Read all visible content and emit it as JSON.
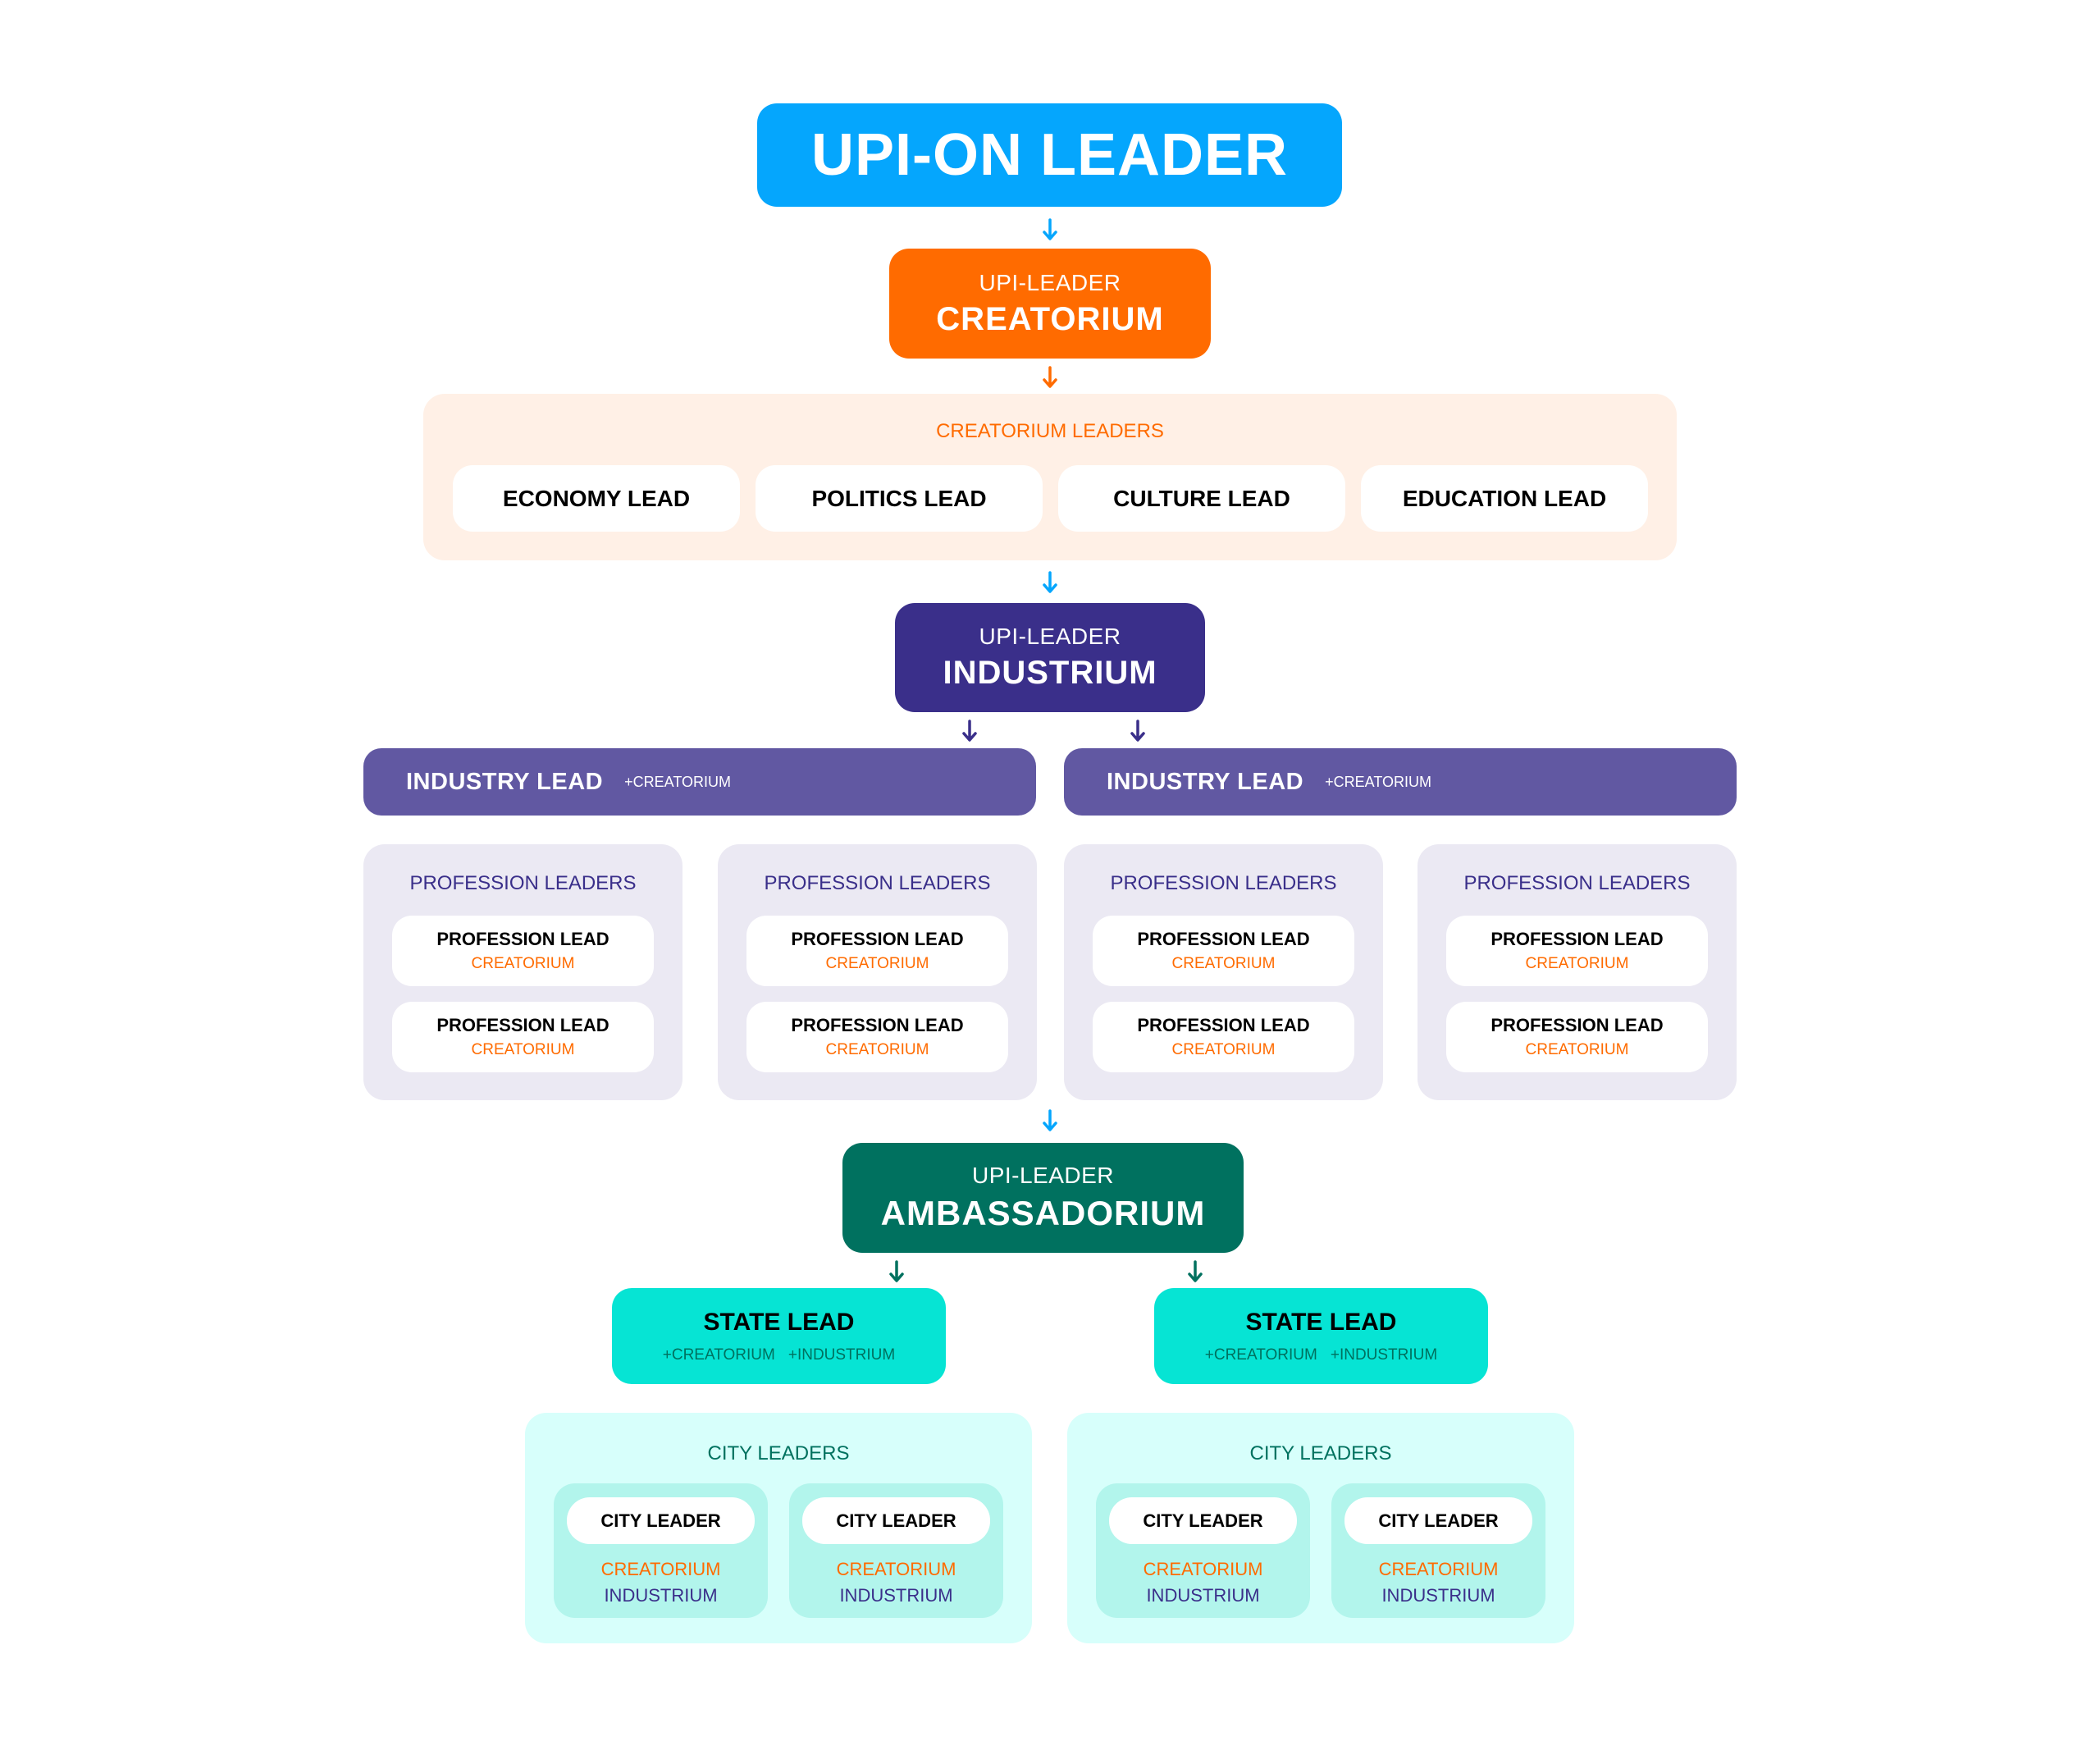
{
  "top": {
    "title": "UPI-ON LEADER"
  },
  "creatorium": {
    "sub": "UPI-LEADER",
    "main": "CREATORIUM"
  },
  "creatorium_leaders": {
    "label": "CREATORIUM LEADERS",
    "leads": [
      "ECONOMY LEAD",
      "POLITICS LEAD",
      "CULTURE LEAD",
      "EDUCATION LEAD"
    ]
  },
  "industrium": {
    "sub": "UPI-LEADER",
    "main": "INDUSTRIUM"
  },
  "industry_leads": [
    {
      "name": "INDUSTRY LEAD",
      "tag": "+CREATORIUM"
    },
    {
      "name": "INDUSTRY LEAD",
      "tag": "+CREATORIUM"
    }
  ],
  "profession_panels": [
    {
      "label": "PROFESSION LEADERS",
      "cards": [
        {
          "name": "PROFESSION LEAD",
          "tag": "CREATORIUM"
        },
        {
          "name": "PROFESSION LEAD",
          "tag": "CREATORIUM"
        }
      ]
    },
    {
      "label": "PROFESSION LEADERS",
      "cards": [
        {
          "name": "PROFESSION LEAD",
          "tag": "CREATORIUM"
        },
        {
          "name": "PROFESSION LEAD",
          "tag": "CREATORIUM"
        }
      ]
    },
    {
      "label": "PROFESSION LEADERS",
      "cards": [
        {
          "name": "PROFESSION LEAD",
          "tag": "CREATORIUM"
        },
        {
          "name": "PROFESSION LEAD",
          "tag": "CREATORIUM"
        }
      ]
    },
    {
      "label": "PROFESSION LEADERS",
      "cards": [
        {
          "name": "PROFESSION LEAD",
          "tag": "CREATORIUM"
        },
        {
          "name": "PROFESSION LEAD",
          "tag": "CREATORIUM"
        }
      ]
    }
  ],
  "ambassadorium": {
    "sub": "UPI-LEADER",
    "main": "AMBASSADORIUM"
  },
  "state_leads": [
    {
      "name": "STATE LEAD",
      "tags": [
        "+CREATORIUM",
        "+INDUSTRIUM"
      ]
    },
    {
      "name": "STATE LEAD",
      "tags": [
        "+CREATORIUM",
        "+INDUSTRIUM"
      ]
    }
  ],
  "city_panels": [
    {
      "label": "CITY LEADERS",
      "cards": [
        {
          "name": "CITY LEADER",
          "tags": [
            "CREATORIUM",
            "INDUSTRIUM"
          ]
        },
        {
          "name": "CITY LEADER",
          "tags": [
            "CREATORIUM",
            "INDUSTRIUM"
          ]
        }
      ]
    },
    {
      "label": "CITY LEADERS",
      "cards": [
        {
          "name": "CITY LEADER",
          "tags": [
            "CREATORIUM",
            "INDUSTRIUM"
          ]
        },
        {
          "name": "CITY LEADER",
          "tags": [
            "CREATORIUM",
            "INDUSTRIUM"
          ]
        }
      ]
    }
  ],
  "colors": {
    "top": "#05a6fd",
    "creatorium": "#ff6b00",
    "industrium": "#3a2f8a",
    "industry_lead": "#6158a2",
    "ambassadorium": "#00715f",
    "state_lead": "#06e4d4"
  }
}
